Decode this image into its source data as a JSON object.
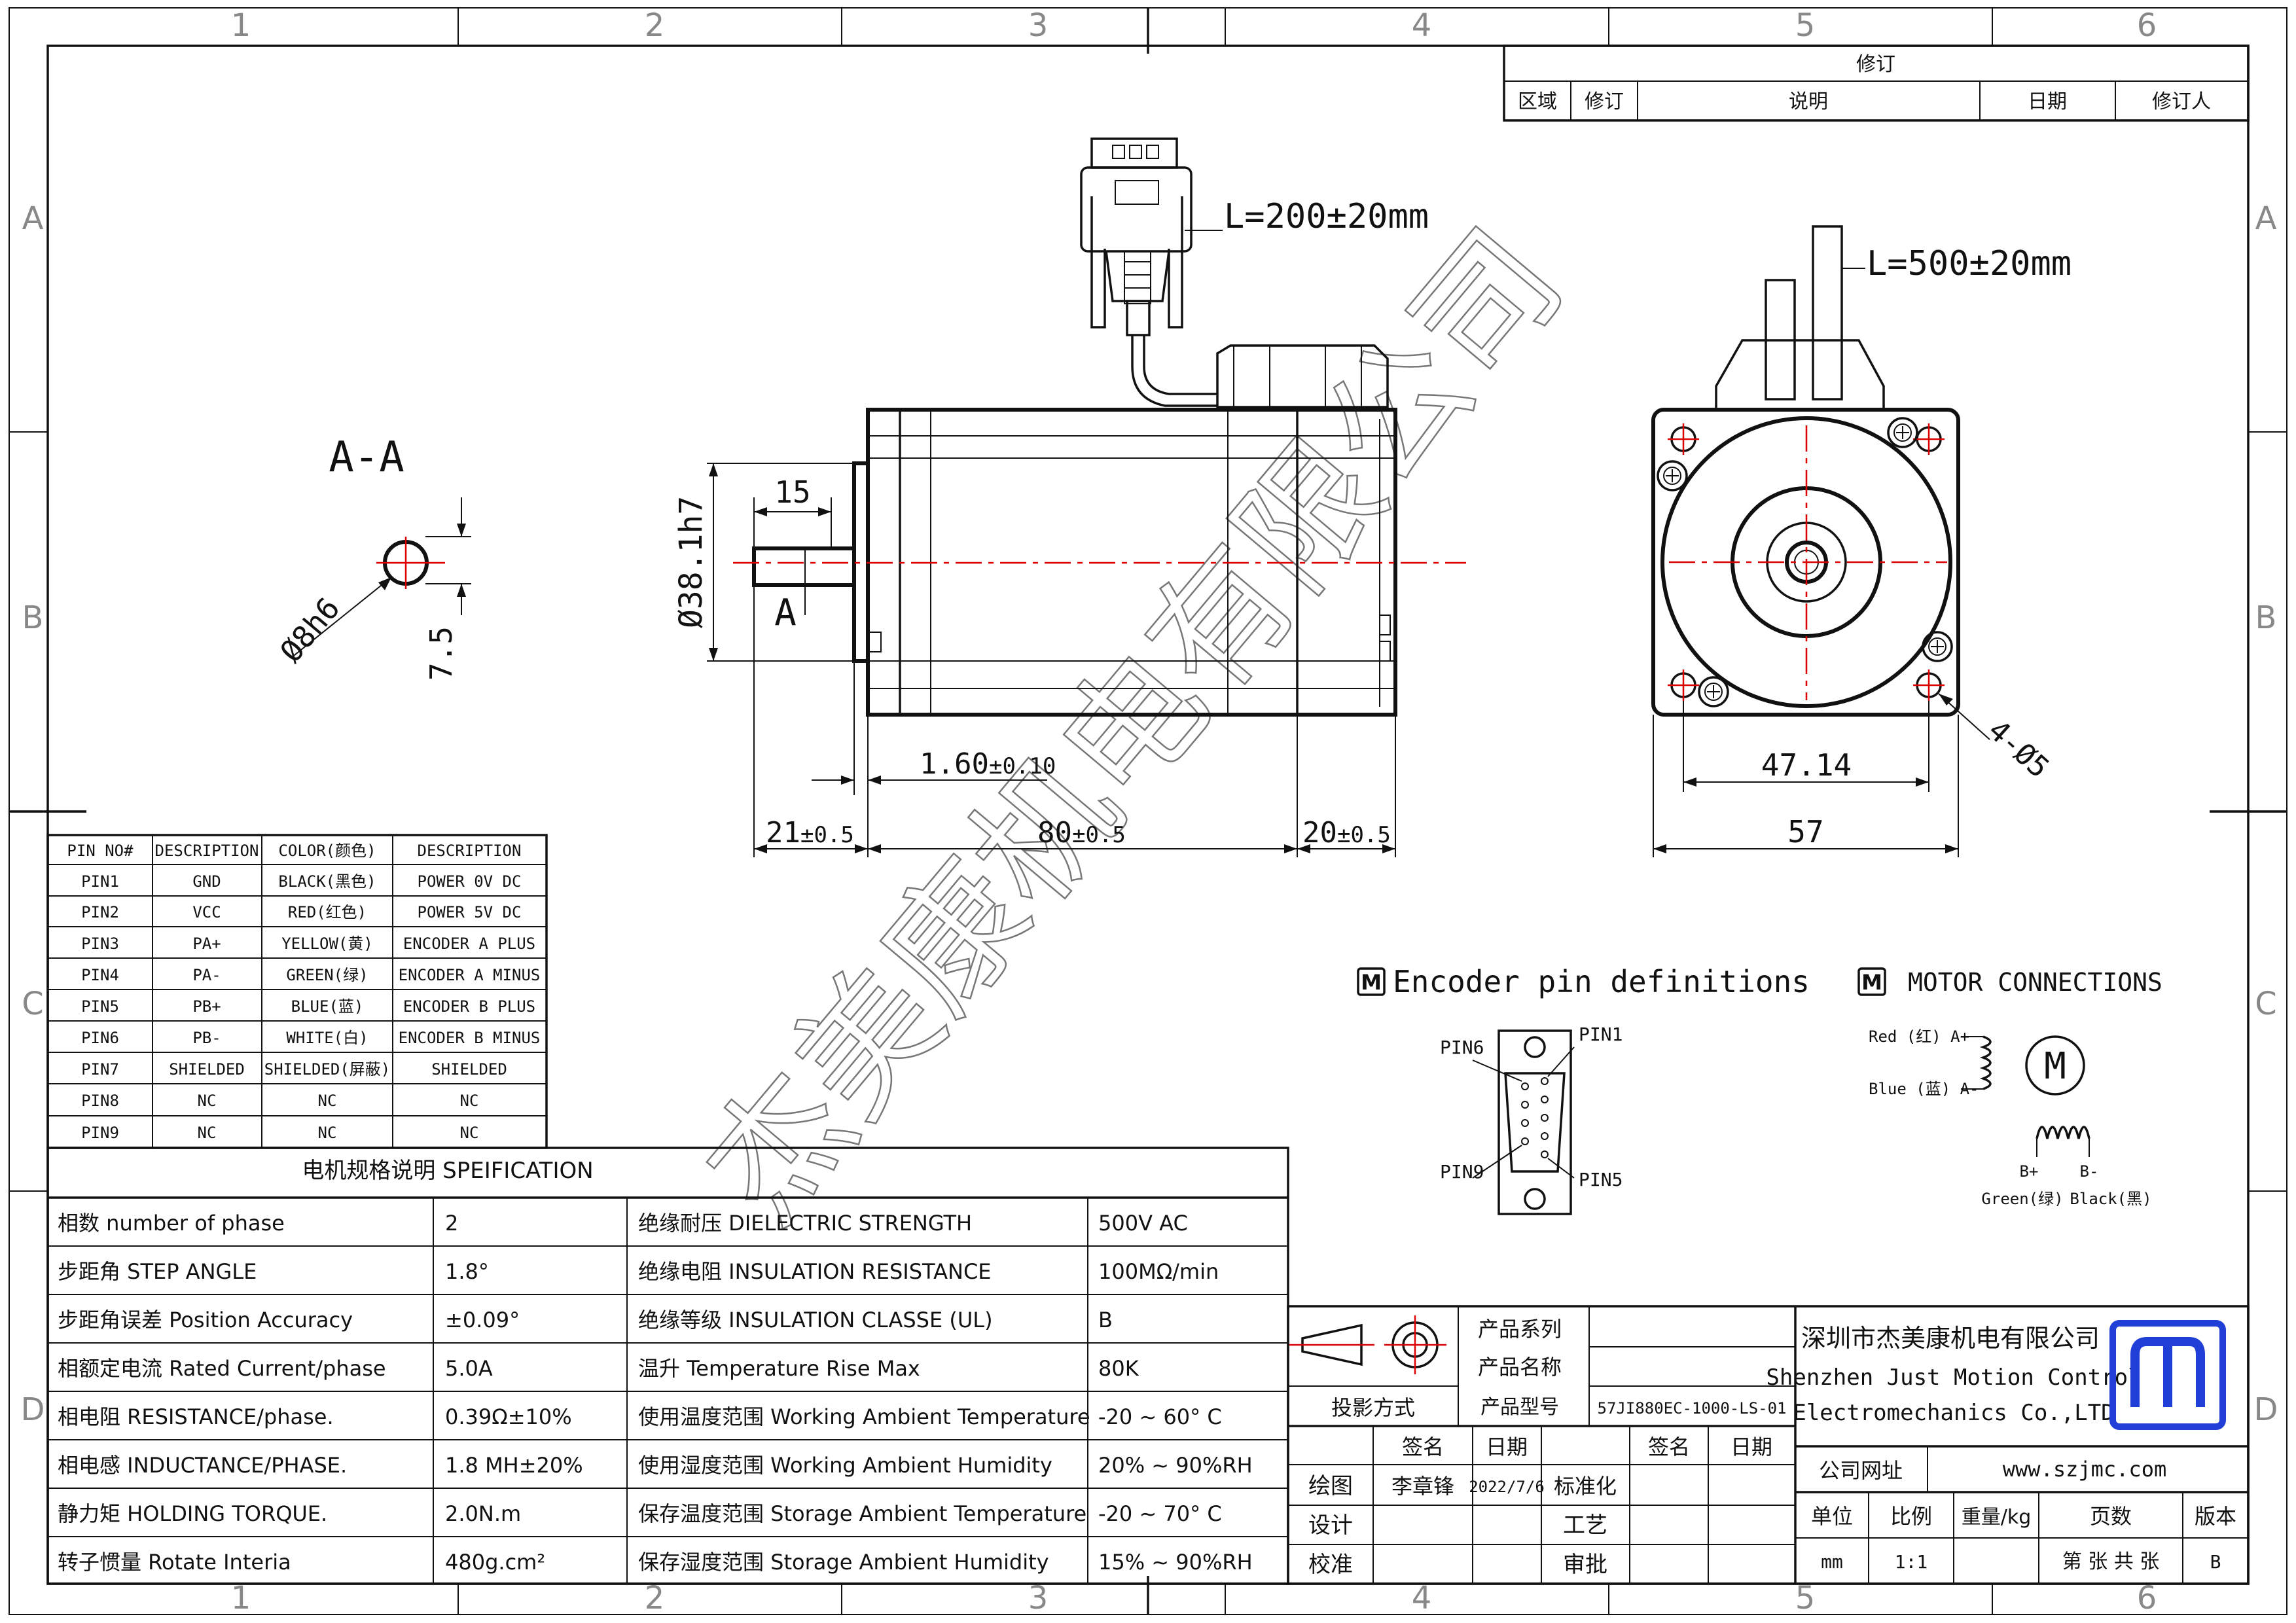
{
  "zones": {
    "columns": [
      "1",
      "2",
      "3",
      "4",
      "5",
      "6"
    ],
    "rows": [
      "A",
      "B",
      "C",
      "D"
    ]
  },
  "revision_block": {
    "title": "修订",
    "headers": [
      "区域",
      "修订",
      "说明",
      "日期",
      "修订人"
    ]
  },
  "dimensions": {
    "cable1_length": "L=200±20mm",
    "cable2_length": "L=500±20mm",
    "shaft_len": "15",
    "shaft_dia": "Ø38.1h7",
    "section_mark": "A",
    "flange_thk": "1.60",
    "flange_thk_tol": "±0.10",
    "shaft_ext": "21",
    "shaft_ext_tol": "±0.5",
    "body_len": "80",
    "body_len_tol": "±0.5",
    "rear_len": "20",
    "rear_len_tol": "±0.5",
    "hole_pitch": "47.14",
    "flange_size": "57",
    "holes": "4-Ø5",
    "section_title": "A-A",
    "shaft_dia_section": "Ø8h6",
    "flat_depth": "7.5"
  },
  "pin_table": {
    "headers": [
      "PIN NO#",
      "DESCRIPTION",
      "COLOR(颜色)",
      "DESCRIPTION"
    ],
    "rows": [
      [
        "PIN1",
        "GND",
        "BLACK(黑色)",
        "POWER 0V DC"
      ],
      [
        "PIN2",
        "VCC",
        "RED(红色)",
        "POWER 5V DC"
      ],
      [
        "PIN3",
        "PA+",
        "YELLOW(黄)",
        "ENCODER A PLUS"
      ],
      [
        "PIN4",
        "PA-",
        "GREEN(绿)",
        "ENCODER A MINUS"
      ],
      [
        "PIN5",
        "PB+",
        "BLUE(蓝)",
        "ENCODER B PLUS"
      ],
      [
        "PIN6",
        "PB-",
        "WHITE(白)",
        "ENCODER B MINUS"
      ],
      [
        "PIN7",
        "SHIELDED",
        "SHIELDED(屏蔽)",
        "SHIELDED"
      ],
      [
        "PIN8",
        "NC",
        "NC",
        "NC"
      ],
      [
        "PIN9",
        "NC",
        "NC",
        "NC"
      ]
    ]
  },
  "spec_table": {
    "title": "电机规格说明 SPEIFICATION",
    "rows": [
      [
        "相数 number of phase",
        "2",
        "绝缘耐压 DIELECTRIC STRENGTH",
        "500V AC"
      ],
      [
        "步距角 STEP ANGLE",
        "1.8°",
        "绝缘电阻 INSULATION RESISTANCE",
        "100MΩ/min"
      ],
      [
        "步距角误差 Position Accuracy",
        "±0.09°",
        "绝缘等级 INSULATION CLASSE (UL)",
        "B"
      ],
      [
        "相额定电流 Rated Current/phase",
        "5.0A",
        "温升 Temperature Rise Max",
        "80K"
      ],
      [
        "相电阻 RESISTANCE/phase.",
        "0.39Ω±10%",
        "使用温度范围 Working Ambient Temperature",
        "-20 ~ 60° C"
      ],
      [
        "相电感 INDUCTANCE/PHASE.",
        "1.8 MH±20%",
        "使用湿度范围 Working Ambient Humidity",
        "20% ~ 90%RH"
      ],
      [
        "静力矩 HOLDING TORQUE.",
        "2.0N.m",
        "保存温度范围 Storage Ambient Temperature",
        "-20 ~ 70° C"
      ],
      [
        "转子惯量 Rotate Interia",
        "480g.cm²",
        "保存湿度范围 Storage Ambient Humidity",
        "15% ~ 90%RH"
      ]
    ]
  },
  "encoder_pins": {
    "title": "Encoder pin definitions",
    "pin6": "PIN6",
    "pin1": "PIN1",
    "pin9": "PIN9",
    "pin5": "PIN5"
  },
  "motor_connections": {
    "title": "MOTOR CONNECTIONS",
    "a_plus": "Red (红) A+",
    "a_minus": "Blue (蓝) A-",
    "motor": "M",
    "b_plus": "B+",
    "b_minus": "B-",
    "green": "Green(绿)",
    "black": "Black(黑)"
  },
  "title_block": {
    "product_series_label": "产品系列",
    "product_name_label": "产品名称",
    "projection_label": "投影方式",
    "product_model_label": "产品型号",
    "product_model": "57JI880EC-1000-LS-01",
    "sign_label": "签名",
    "date_label": "日期",
    "draw_label": "绘图",
    "drafter": "李章锋",
    "draw_date": "2022/7/6",
    "standard_label": "标准化",
    "design_label": "设计",
    "process_label": "工艺",
    "check_label": "校准",
    "approve_label": "审批",
    "company_cn": "深圳市杰美康机电有限公司",
    "company_en1": "Shenzhen Just Motion Control",
    "company_en2": "Electromechanics Co.,LTD",
    "website_label": "公司网址",
    "website": "www.szjmc.com",
    "unit_label": "单位",
    "scale_label": "比例",
    "weight_label": "重量/kg",
    "pages_label": "页数",
    "version_label": "版本",
    "unit": "mm",
    "scale": "1:1",
    "pages": "第 张 共 张",
    "version": "B"
  },
  "watermark": "杰美康机电有限公司",
  "colors": {
    "brand": "#1f3fd6",
    "centerline": "#d00000",
    "ink": "#111111"
  }
}
